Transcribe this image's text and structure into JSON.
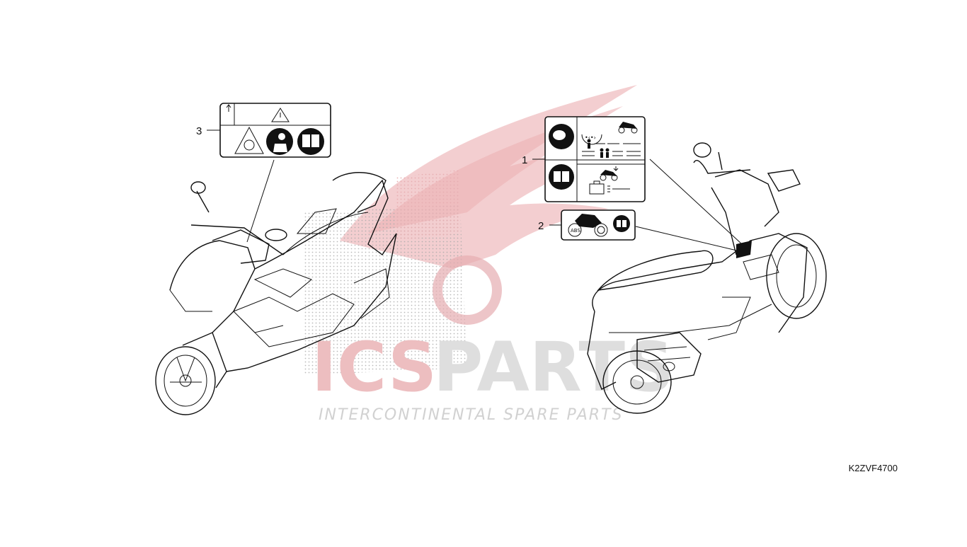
{
  "diagram": {
    "callouts": [
      {
        "id": "1",
        "text": "1"
      },
      {
        "id": "2",
        "text": "2"
      },
      {
        "id": "3",
        "text": "3"
      }
    ],
    "diagram_code": "K2ZVF4700"
  },
  "watermark": {
    "brand_main_a": "ICS",
    "brand_main_b": "PARTS",
    "tagline": "INTERCONTINENTAL SPARE PARTS",
    "accent_color": "#e8a8ab",
    "gray_color": "#d6d6d6"
  },
  "label_icons": {
    "label_1": [
      "helmet-icon",
      "tire-pressure-icon",
      "rider-icon",
      "two-riders-icon",
      "scooter-icon",
      "manual-icon",
      "scooter-load-icon",
      "luggage-icon"
    ],
    "label_2": [
      "abs-icon",
      "motorcycle-icon",
      "brake-disc-icon",
      "manual-icon"
    ],
    "label_3": [
      "up-arrow-icon",
      "warning-triangle-icon",
      "tire-warning-icon",
      "mechanic-icon",
      "manual-wrench-icon"
    ]
  }
}
